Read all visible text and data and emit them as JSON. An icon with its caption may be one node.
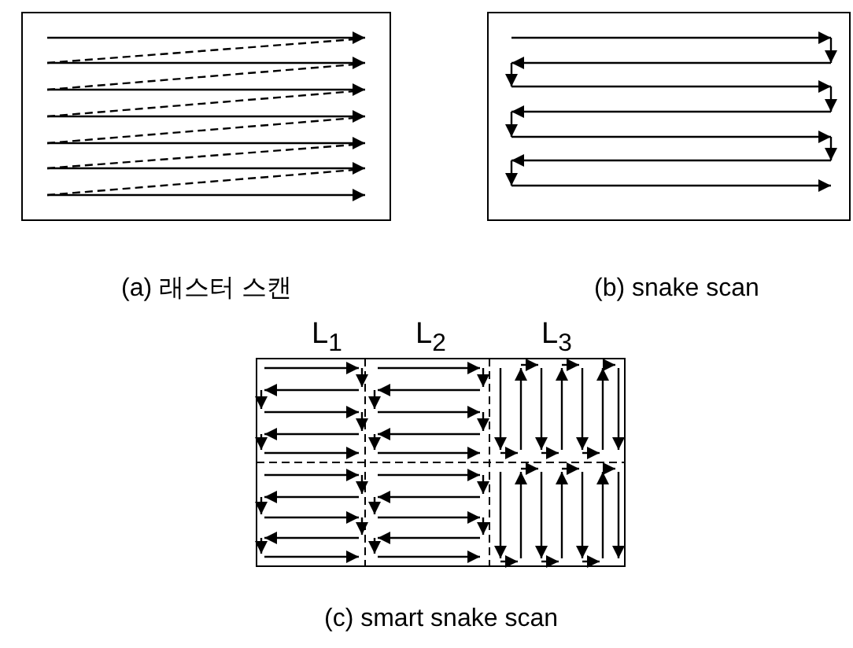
{
  "diagram": {
    "labels": [
      "L$_{1}$",
      "L$_{2}$",
      "L$_{3}$",
      "(a) 래스터 스캔",
      "(b) snake scan",
      "(c) smart snake scan"
    ]
  }
}
